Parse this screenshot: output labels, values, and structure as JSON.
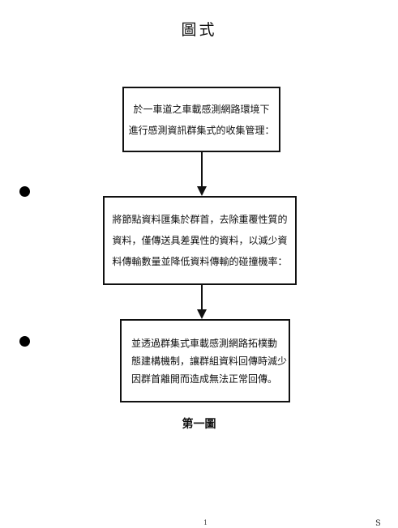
{
  "header": {
    "title": "圖式"
  },
  "flowchart": {
    "steps": [
      {
        "lines": [
          "於一車道之車載感測網路環境下",
          "進行感測資訊群集式的收集管理："
        ]
      },
      {
        "lines": [
          "將節點資料匯集於群首，去除重覆性質的",
          "資料，僅傳送具差異性的資料，以減少資",
          "料傳輸數量並降低資料傳輸的碰撞機率："
        ]
      },
      {
        "lines": [
          "並透過群集式車載感測網路拓樸動",
          "態建構機制，讓群組資料回傳時減少",
          "因群首離開而造成無法正常回傳。"
        ]
      }
    ]
  },
  "figure": {
    "caption": "第一圖"
  },
  "footer": {
    "page_marker": "1",
    "corner_mark": "S"
  }
}
